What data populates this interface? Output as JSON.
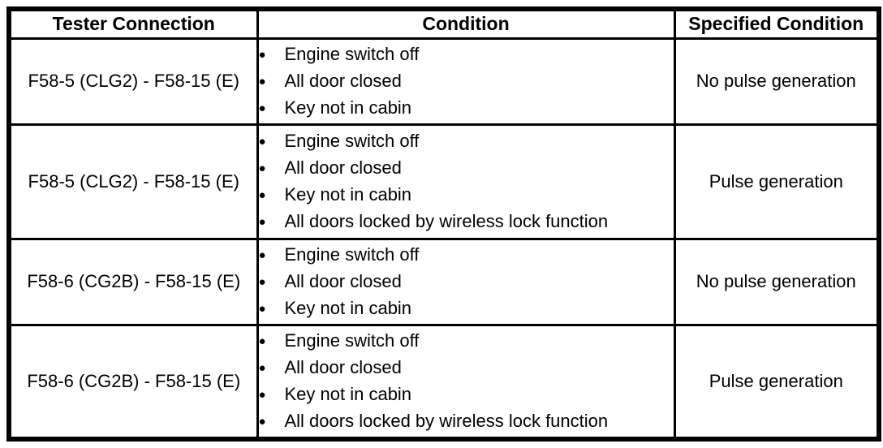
{
  "colors": {
    "border": "#000000",
    "text": "#000000",
    "background": "#ffffff"
  },
  "table": {
    "bullet_glyph": "●",
    "headers": [
      "Tester Connection",
      "Condition",
      "Specified Condition"
    ],
    "rows": [
      {
        "tester_connection": "F58-5 (CLG2) - F58-15 (E)",
        "conditions": [
          "Engine switch off",
          "All door closed",
          "Key not in cabin"
        ],
        "specified_condition": "No pulse generation"
      },
      {
        "tester_connection": "F58-5 (CLG2) - F58-15 (E)",
        "conditions": [
          "Engine switch off",
          "All door closed",
          "Key not in cabin",
          "All doors locked by wireless lock function"
        ],
        "specified_condition": "Pulse generation"
      },
      {
        "tester_connection": "F58-6 (CG2B) - F58-15 (E)",
        "conditions": [
          "Engine switch off",
          "All door closed",
          "Key not in cabin"
        ],
        "specified_condition": "No pulse generation"
      },
      {
        "tester_connection": "F58-6 (CG2B) - F58-15 (E)",
        "conditions": [
          "Engine switch off",
          "All door closed",
          "Key not in cabin",
          "All doors locked by wireless lock function"
        ],
        "specified_condition": "Pulse generation"
      }
    ]
  }
}
